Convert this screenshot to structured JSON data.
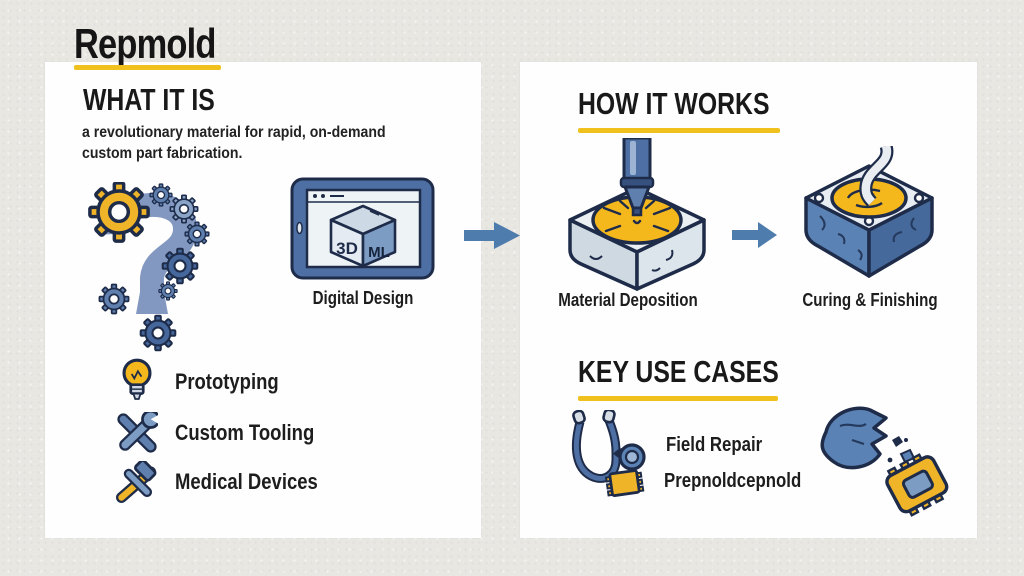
{
  "title": {
    "text": "Repmold"
  },
  "what_it_is": {
    "heading": "WHAT IT IS",
    "description_lines": [
      "a revolutionary material for rapid, on-demand",
      "custom part fabrication."
    ],
    "tablet": {
      "cube_front_label": "3D",
      "cube_side_label": "ML",
      "caption": "Digital Design"
    },
    "use_list": [
      {
        "icon": "lightbulb-icon",
        "label": "Prototyping"
      },
      {
        "icon": "crossed-tools-icon",
        "label": "Custom Tooling"
      },
      {
        "icon": "hammer-tools-icon",
        "label": "Medical Devices"
      }
    ]
  },
  "how_it_works": {
    "heading": "HOW IT WORKS",
    "steps": [
      {
        "icon": "deposition-nozzle-icon",
        "label": "Material Deposition"
      },
      {
        "icon": "curing-mold-icon",
        "label": "Curing & Finishing"
      }
    ]
  },
  "key_use_cases": {
    "heading": "KEY USE CASES",
    "items": [
      {
        "icon": "stethoscope-icon",
        "label": "Field Repair"
      },
      {
        "icon": "patch-icon",
        "label": "Prepnoldcepnold"
      }
    ]
  },
  "colors": {
    "background": "#E9E7E2",
    "panel": "#FEFEFE",
    "accent_yellow": "#F0C11C",
    "icon_yellow": "#F0B429",
    "arrow_blue": "#4E7CAC",
    "slate_blue": "#5F7FAE",
    "outline_navy": "#1E2C4A"
  }
}
